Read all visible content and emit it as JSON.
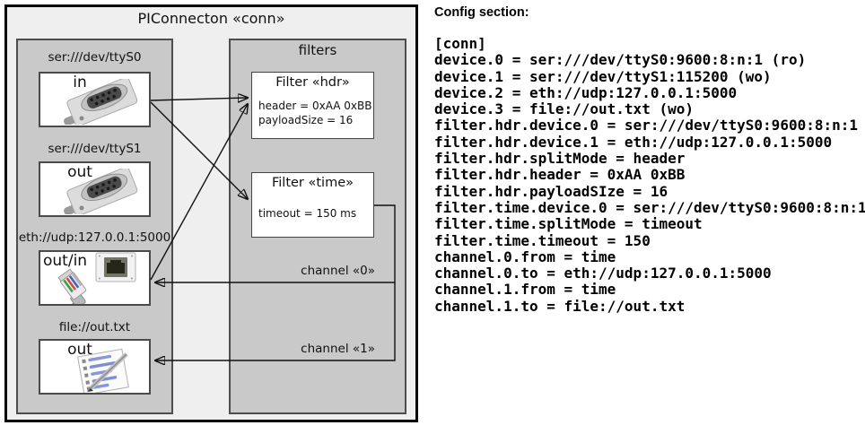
{
  "colors": {
    "diagram_bg": "#efefef",
    "panel_bg": "#c9c9c9",
    "box_bg": "#ffffff",
    "wire": "#111111",
    "text": "#000000"
  },
  "diagram": {
    "title": "PIConnecton «conn»",
    "devices_panel": {
      "devices": [
        {
          "address": "ser:///dev/ttyS0",
          "port": "in",
          "icon": "serial-connector-icon"
        },
        {
          "address": "ser:///dev/ttyS1",
          "port": "out",
          "icon": "serial-connector-icon"
        },
        {
          "address": "eth://udp:127.0.0.1:5000",
          "port": "out/in",
          "icon": "ethernet-connector-icon"
        },
        {
          "address": "file://out.txt",
          "port": "out",
          "icon": "notepad-pen-icon"
        }
      ]
    },
    "filters_panel": {
      "title": "filters",
      "filters": [
        {
          "title": "Filter «hdr»",
          "properties": [
            "header = 0xAA 0xBB",
            "payloadSize = 16"
          ]
        },
        {
          "title": "Filter «time»",
          "properties": [
            "timeout = 150 ms"
          ]
        }
      ]
    },
    "channels": [
      {
        "label": "channel «0»"
      },
      {
        "label": "channel «1»"
      }
    ]
  },
  "config": {
    "title": "Config section:",
    "lines": [
      "[conn]",
      "device.0 = ser:///dev/ttyS0:9600:8:n:1 (ro)",
      "device.1 = ser:///dev/ttyS1:115200 (wo)",
      "device.2 = eth://udp:127.0.0.1:5000",
      "device.3 = file://out.txt (wo)",
      "filter.hdr.device.0 = ser:///dev/ttyS0:9600:8:n:1",
      "filter.hdr.device.1 = eth://udp:127.0.0.1:5000",
      "filter.hdr.splitMode = header",
      "filter.hdr.header = 0xAA 0xBB",
      "filter.hdr.payloadSIze = 16",
      "filter.time.device.0 = ser:///dev/ttyS0:9600:8:n:1",
      "filter.time.splitMode = timeout",
      "filter.time.timeout = 150",
      "channel.0.from = time",
      "channel.0.to = eth://udp:127.0.0.1:5000",
      "channel.1.from = time",
      "channel.1.to = file://out.txt"
    ]
  }
}
